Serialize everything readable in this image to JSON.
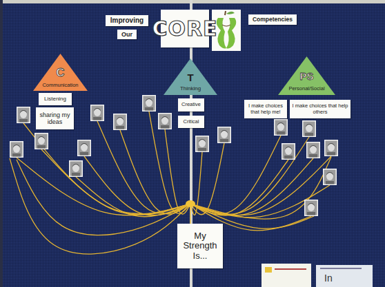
{
  "diagram": {
    "nodes": [
      {
        "text": [
          "Improving"
        ]
      },
      {
        "text": [
          "Our"
        ]
      },
      {
        "text": [
          "CORE"
        ]
      },
      {
        "text": [
          "Competencies"
        ]
      },
      {
        "text": [
          "C",
          "Communication"
        ]
      },
      {
        "text": [
          "Listening"
        ]
      },
      {
        "text": [
          "sharing my ideas"
        ]
      },
      {
        "text": [
          "T",
          "Thinking"
        ]
      },
      {
        "text": [
          "Creative"
        ]
      },
      {
        "text": [
          "Critical"
        ]
      },
      {
        "text": [
          "PS",
          "Personal/Social"
        ]
      },
      {
        "text": [
          "I make choices that help me!"
        ]
      },
      {
        "text": [
          "I make choices that help others"
        ]
      },
      {
        "text": [
          "My Strength Is..."
        ]
      }
    ],
    "labels": [
      "In"
    ]
  }
}
